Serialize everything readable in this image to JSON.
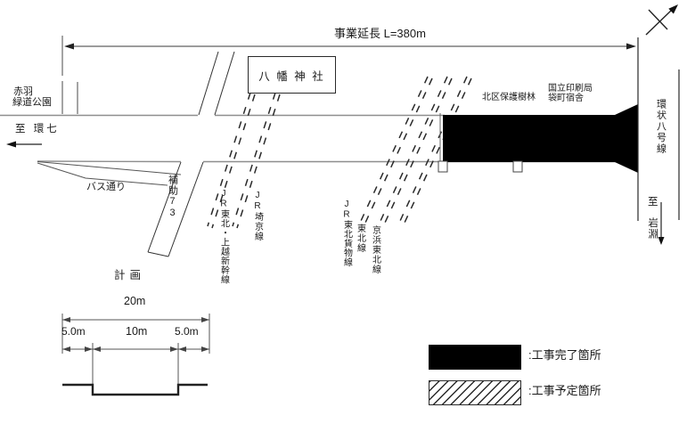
{
  "drawing": {
    "dimension_label": "事業延長  L=380m",
    "park_name_line1": "赤羽",
    "park_name_line2": "緑道公園",
    "to_kannana": "至 環七",
    "bus_street": "バス通り",
    "hojo_73": "補助73",
    "shrine": "八 幡 神 社",
    "railways": {
      "shinkansen": "JR東北・上越新幹線",
      "saikyo": "JR埼京線",
      "freight": "JR東北貨物線",
      "tohoku": "東北線",
      "keihin_tohoku": "京浜東北線"
    },
    "protected_forest": "北区保護樹林",
    "printing_bureau_line1": "国立印刷局",
    "printing_bureau_line2": "袋町宿舎",
    "kanjo8": "環状八号線",
    "to_south_prefix": "至",
    "to_south_name": "岩淵"
  },
  "cross_section": {
    "title": "計画",
    "dim_total": "20m",
    "dim_left": "5.0m",
    "dim_center": "10m",
    "dim_right": "5.0m"
  },
  "legend": {
    "completed": ":工事完了箇所",
    "planned": ":工事予定箇所"
  },
  "colors": {
    "background": "#ffffff",
    "line": "#2a2a2a",
    "road_line": "#8e8e8e",
    "completed_fill": "#000000"
  }
}
